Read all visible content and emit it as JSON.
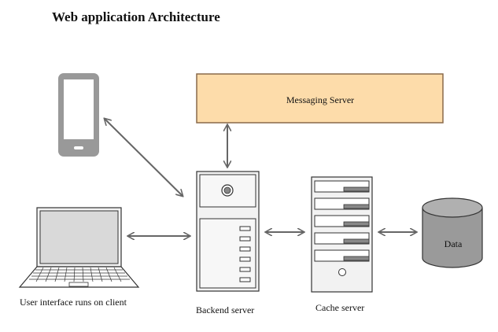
{
  "title": "Web application Architecture",
  "nodes": {
    "messaging_server": "Messaging Server",
    "client_label": "User interface runs on client",
    "backend_label": "Backend server",
    "cache_label": "Cache server",
    "data_label": "Data"
  },
  "colors": {
    "messaging_fill": "#fddcaa",
    "messaging_stroke": "#8a6a4a",
    "device_gray": "#999999",
    "arrow": "#666666",
    "database_fill": "#9a9a9a"
  }
}
